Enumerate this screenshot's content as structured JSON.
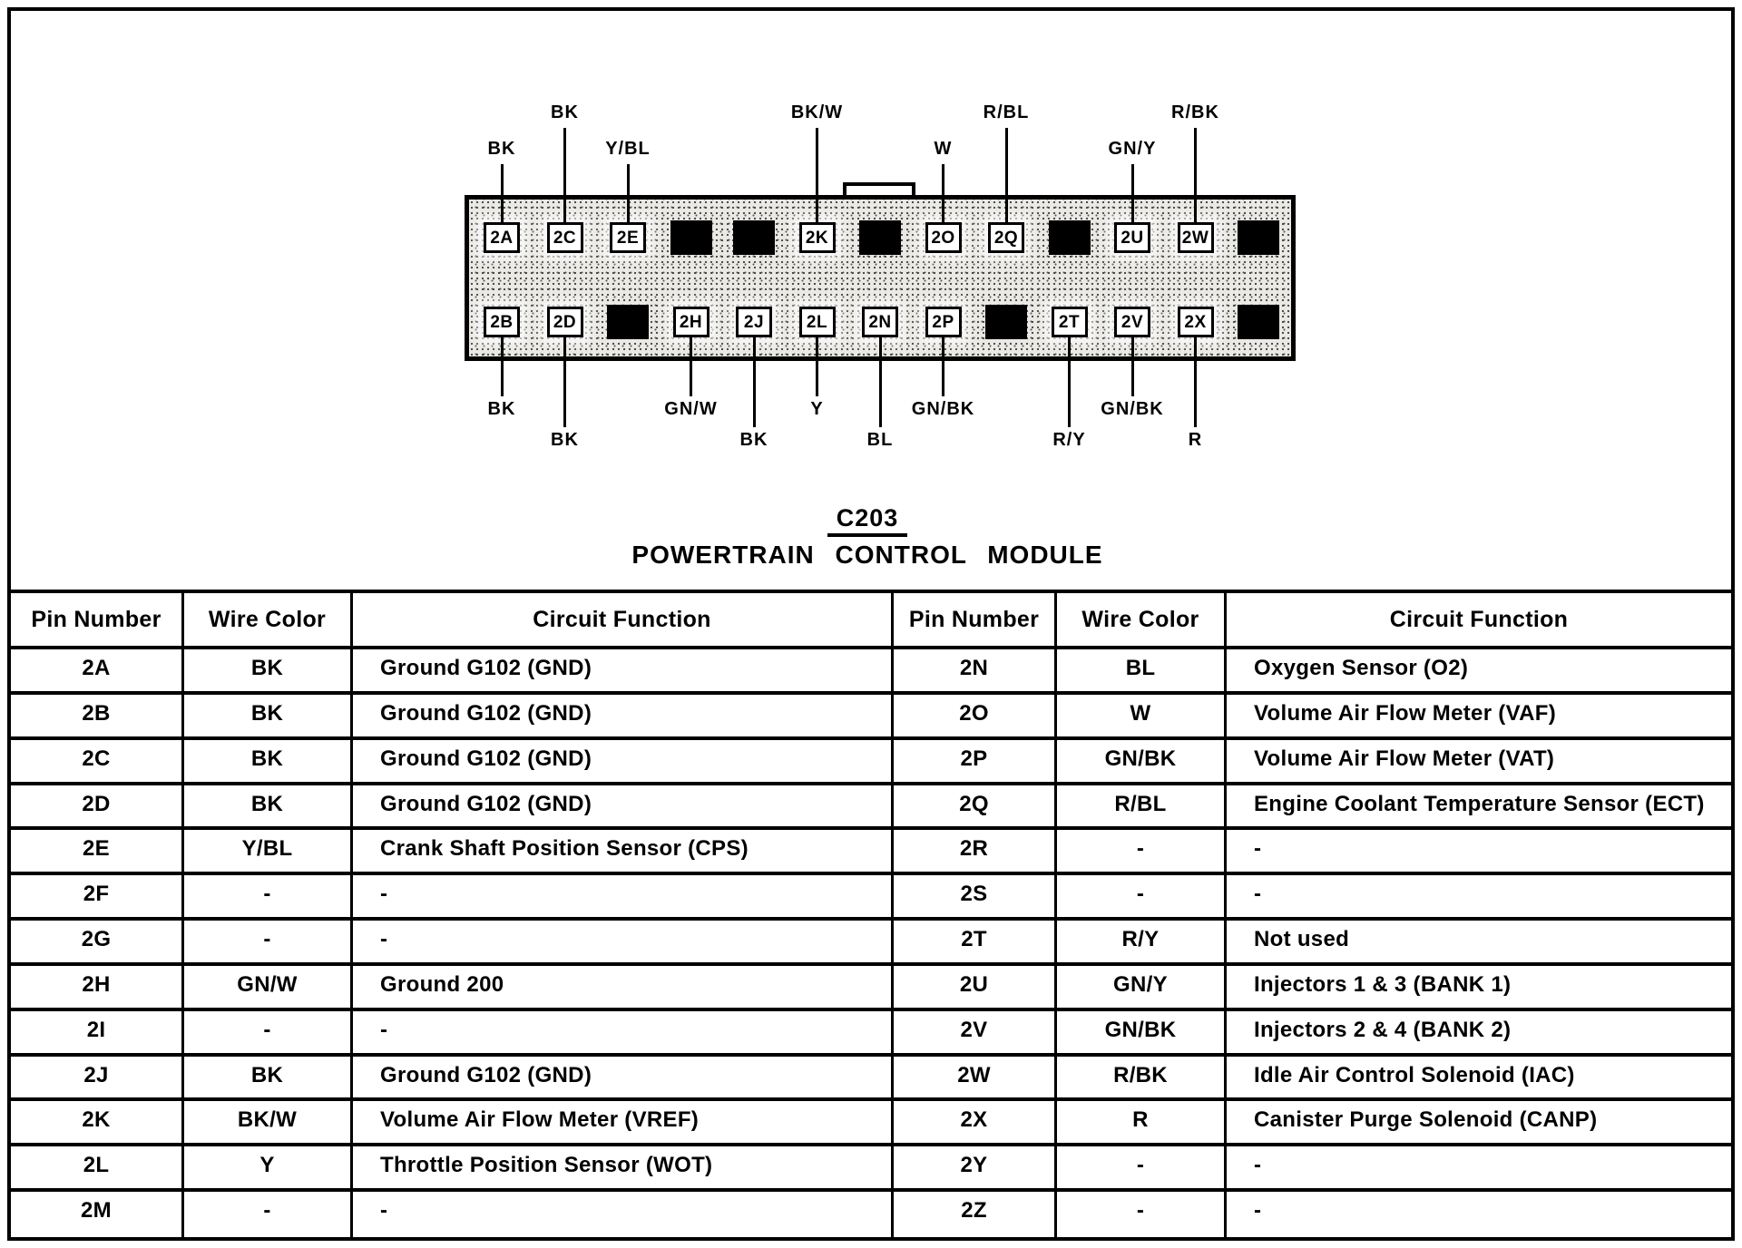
{
  "colors": {
    "ink": "#000000",
    "paper": "#ffffff",
    "connector_fill": "#ebe9e4"
  },
  "connector": {
    "id_label": "C203",
    "name_label": "POWERTRAIN CONTROL MODULE",
    "top_row_slots": [
      "2A",
      "2C",
      "2E",
      "",
      "",
      "2K",
      "",
      "2O",
      "2Q",
      "",
      "2U",
      "2W",
      ""
    ],
    "bottom_row_slots": [
      "2B",
      "2D",
      "",
      "2H",
      "2J",
      "2L",
      "2N",
      "2P",
      "",
      "2T",
      "2V",
      "2X",
      ""
    ],
    "top_wire_labels": [
      {
        "slot": 0,
        "text": "BK",
        "level": "low"
      },
      {
        "slot": 1,
        "text": "BK",
        "level": "high"
      },
      {
        "slot": 2,
        "text": "Y/BL",
        "level": "low"
      },
      {
        "slot": 5,
        "text": "BK/W",
        "level": "high"
      },
      {
        "slot": 7,
        "text": "W",
        "level": "low"
      },
      {
        "slot": 8,
        "text": "R/BL",
        "level": "high"
      },
      {
        "slot": 10,
        "text": "GN/Y",
        "level": "low"
      },
      {
        "slot": 11,
        "text": "R/BK",
        "level": "high"
      }
    ],
    "bottom_wire_labels": [
      {
        "slot": 0,
        "text": "BK",
        "level": "near"
      },
      {
        "slot": 1,
        "text": "BK",
        "level": "far"
      },
      {
        "slot": 3,
        "text": "GN/W",
        "level": "near"
      },
      {
        "slot": 4,
        "text": "BK",
        "level": "far"
      },
      {
        "slot": 5,
        "text": "Y",
        "level": "near"
      },
      {
        "slot": 6,
        "text": "BL",
        "level": "far"
      },
      {
        "slot": 7,
        "text": "GN/BK",
        "level": "near"
      },
      {
        "slot": 9,
        "text": "R/Y",
        "level": "far"
      },
      {
        "slot": 10,
        "text": "GN/BK",
        "level": "near"
      },
      {
        "slot": 11,
        "text": "R",
        "level": "far"
      }
    ]
  },
  "table": {
    "headers": [
      "Pin Number",
      "Wire Color",
      "Circuit Function"
    ],
    "left_rows": [
      [
        "2A",
        "BK",
        "Ground G102 (GND)"
      ],
      [
        "2B",
        "BK",
        "Ground G102 (GND)"
      ],
      [
        "2C",
        "BK",
        "Ground G102 (GND)"
      ],
      [
        "2D",
        "BK",
        "Ground G102 (GND)"
      ],
      [
        "2E",
        "Y/BL",
        "Crank Shaft Position Sensor (CPS)"
      ],
      [
        "2F",
        "-",
        "-"
      ],
      [
        "2G",
        "-",
        "-"
      ],
      [
        "2H",
        "GN/W",
        "Ground 200"
      ],
      [
        "2I",
        "-",
        "-"
      ],
      [
        "2J",
        "BK",
        "Ground G102 (GND)"
      ],
      [
        "2K",
        "BK/W",
        "Volume Air Flow Meter (VREF)"
      ],
      [
        "2L",
        "Y",
        "Throttle Position Sensor (WOT)"
      ],
      [
        "2M",
        "-",
        "-"
      ]
    ],
    "right_rows": [
      [
        "2N",
        "BL",
        "Oxygen Sensor (O2)"
      ],
      [
        "2O",
        "W",
        "Volume Air Flow Meter (VAF)"
      ],
      [
        "2P",
        "GN/BK",
        "Volume Air Flow Meter (VAT)"
      ],
      [
        "2Q",
        "R/BL",
        "Engine Coolant Temperature Sensor (ECT)"
      ],
      [
        "2R",
        "-",
        "-"
      ],
      [
        "2S",
        "-",
        "-"
      ],
      [
        "2T",
        "R/Y",
        "Not used"
      ],
      [
        "2U",
        "GN/Y",
        "Injectors 1 & 3 (BANK 1)"
      ],
      [
        "2V",
        "GN/BK",
        "Injectors 2 & 4 (BANK 2)"
      ],
      [
        "2W",
        "R/BK",
        "Idle Air Control Solenoid (IAC)"
      ],
      [
        "2X",
        "R",
        "Canister Purge Solenoid (CANP)"
      ],
      [
        "2Y",
        "-",
        "-"
      ],
      [
        "2Z",
        "-",
        "-"
      ]
    ]
  }
}
